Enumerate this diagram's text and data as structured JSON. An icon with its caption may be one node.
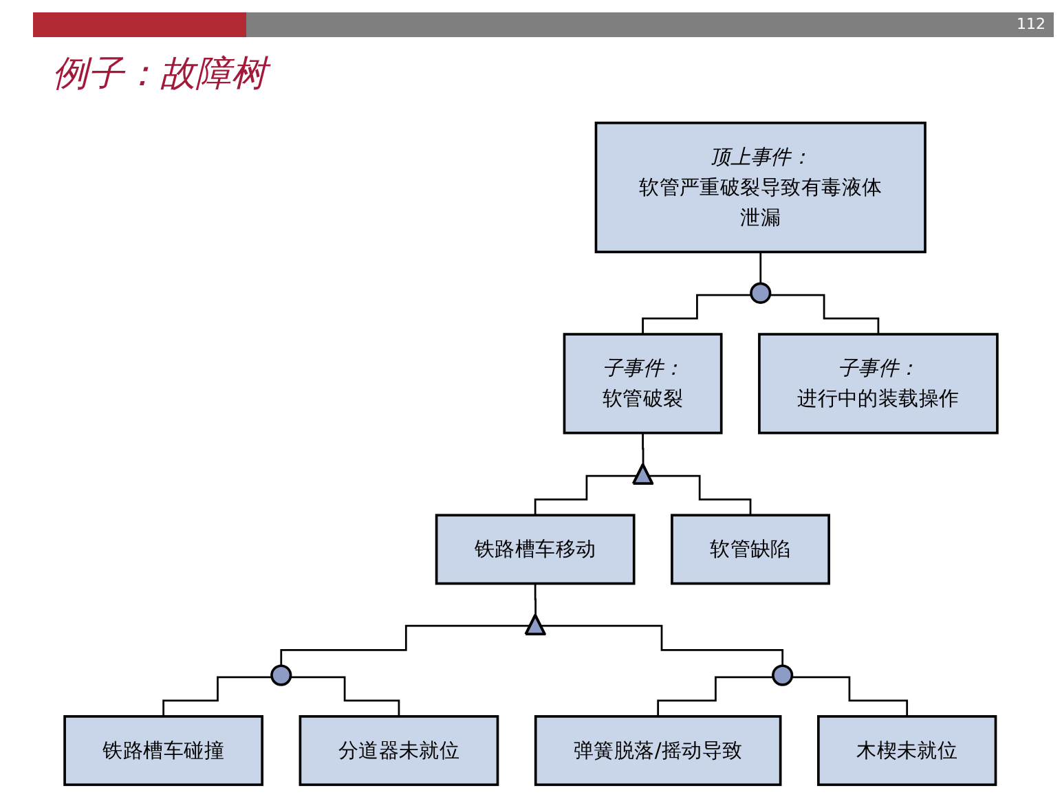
{
  "diagram": {
    "title": "例子：故障树",
    "nodes": [
      {
        "text": [
          "顶上事件：",
          "软管严重破裂导致有毒液体泄漏"
        ]
      },
      {
        "text": [],
        "shape": "dome"
      },
      {
        "text": [
          "子事件：",
          "软管破裂"
        ]
      },
      {
        "text": [
          "子事件：",
          "进行中的装载操作"
        ]
      },
      {
        "text": [],
        "shape": "arch"
      },
      {
        "text": [
          "铁路槽车移动"
        ]
      },
      {
        "text": [
          "软管缺陷"
        ]
      },
      {
        "text": [],
        "shape": "arch"
      },
      {
        "text": [],
        "shape": "dome"
      },
      {
        "text": [],
        "shape": "dome"
      },
      {
        "text": [
          "铁路槽车碰撞"
        ]
      },
      {
        "text": [
          "分道器未就位"
        ]
      },
      {
        "text": [
          "弹簧脱落/摇动导致"
        ]
      },
      {
        "text": [
          "木楔未就位"
        ]
      }
    ],
    "edges": [
      {
        "from": 0,
        "to": 1,
        "arrow": "none"
      },
      {
        "from": 1,
        "to": 2,
        "arrow": "none"
      },
      {
        "from": 1,
        "to": 3,
        "arrow": "none"
      },
      {
        "from": 2,
        "to": 4,
        "arrow": "none"
      },
      {
        "from": 4,
        "to": 5,
        "arrow": "none"
      },
      {
        "from": 4,
        "to": 6,
        "arrow": "none"
      },
      {
        "from": 5,
        "to": 7,
        "arrow": "none"
      },
      {
        "from": 7,
        "to": 8,
        "arrow": "none"
      },
      {
        "from": 7,
        "to": 9,
        "arrow": "none"
      },
      {
        "from": 8,
        "to": 10,
        "arrow": "none"
      },
      {
        "from": 8,
        "to": 11,
        "arrow": "none"
      },
      {
        "from": 9,
        "to": 12,
        "arrow": "none"
      },
      {
        "from": 9,
        "to": 13,
        "arrow": "none"
      }
    ],
    "labels": [
      "112"
    ]
  }
}
